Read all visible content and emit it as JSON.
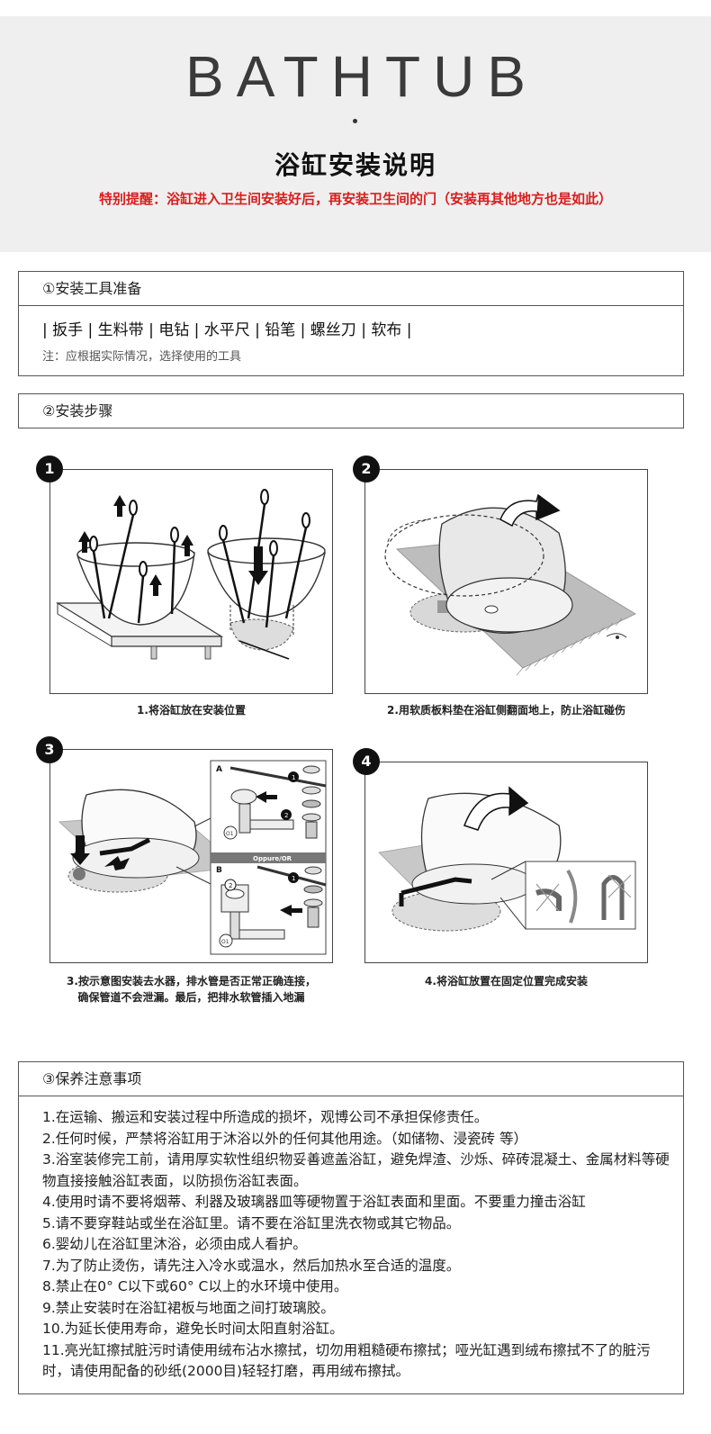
{
  "header": {
    "brand": "BATHTUB",
    "subtitle": "浴缸安装说明",
    "reminder": "特别提醒：浴缸进入卫生间安装好后，再安装卫生间的门（安装再其他地方也是如此）"
  },
  "tools_section": {
    "title": "①安装工具准备",
    "tools": "| 扳手 | 生料带 | 电钻 | 水平尺 | 铅笔 | 螺丝刀 | 软布 |",
    "note": "注：应根据实际情况，选择使用的工具"
  },
  "steps_section": {
    "title": "②安装步骤",
    "steps": [
      {
        "num": "1",
        "caption": "1.将浴缸放在安装位置"
      },
      {
        "num": "2",
        "caption": "2.用软质板料垫在浴缸侧翻面地上，防止浴缸碰伤"
      },
      {
        "num": "3",
        "caption_line1": "3.按示意图安装去水器，排水管是否正常正确连接，",
        "caption_line2": "确保管道不会泄漏。最后，把排水软管插入地漏"
      },
      {
        "num": "4",
        "caption": "4.将浴缸放置在固定位置完成安装"
      }
    ],
    "diagram_labels": {
      "a": "A",
      "b": "B",
      "opt": "Oppure/OR",
      "c1": "1",
      "c2": "2",
      "o1": "O1"
    }
  },
  "care_section": {
    "title": "③保养注意事项",
    "items": [
      "1.在运输、搬运和安装过程中所造成的损坏，观博公司不承担保修责任。",
      "2.任何时候，严禁将浴缸用于沐浴以外的任何其他用途。（如储物、浸瓷砖 等）",
      "3.浴室装修完工前，请用厚实软性组织物妥善遮盖浴缸，避免焊渣、沙烁、碎砖混凝土、金属材料等硬物直接接触浴缸表面，以防损伤浴缸表面。",
      "4.使用时请不要将烟蒂、利器及玻璃器皿等硬物置于浴缸表面和里面。不要重力撞击浴缸",
      "5.请不要穿鞋站或坐在浴缸里。请不要在浴缸里洗衣物或其它物品。",
      "6.婴幼儿在浴缸里沐浴，必须由成人看护。",
      "7.为了防止烫伤，请先注入冷水或温水，然后加热水至合适的温度。",
      "8.禁止在0°  C以下或60°  C以上的水环境中使用。",
      "9.禁止安装时在浴缸裙板与地面之间打玻璃胶。",
      "10.为延长使用寿命，避免长时间太阳直射浴缸。",
      "11.亮光缸擦拭脏污时请使用绒布沾水擦拭，切勿用粗糙硬布擦拭；哑光缸遇到绒布擦拭不了的脏污时，请使用配备的砂纸(2000目)轻轻打磨，再用绒布擦拭。"
    ]
  },
  "colors": {
    "reminder": "#d81e1e",
    "hero_bg": "#efefef",
    "border": "#555555"
  }
}
